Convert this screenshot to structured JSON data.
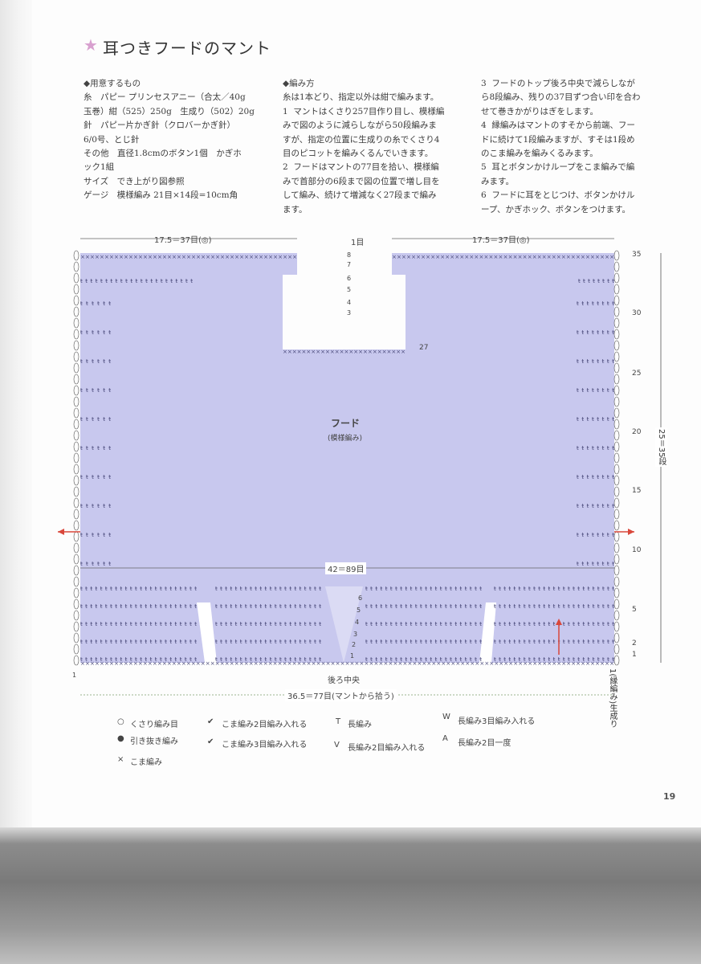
{
  "title": "耳つきフードのマント",
  "materials": {
    "heading": "◆用意するもの",
    "lines": [
      "糸　パピー プリンセスアニー（合太／40g",
      "玉巻）紺（525）250g　生成り（502）20g",
      "針　パピー片かぎ針（クロバーかぎ針）",
      "6/0号、とじ針",
      "その他　直径1.8cmのボタン1個　かぎホ",
      "ック1組",
      "サイズ　でき上がり図参照",
      "ゲージ　模様編み 21目×14段=10cm角"
    ]
  },
  "method": {
    "heading": "◆編み方",
    "lines": [
      "糸は1本どり、指定以外は紺で編みます。",
      "1  マントはくさり257目作り目し、模様編",
      "みで図のように減らしながら50段編みま",
      "すが、指定の位置に生成りの糸でくさり4",
      "目のピコットを編みくるんでいきます。",
      "2  フードはマントの77目を拾い、模様編",
      "みで首部分の6段まで図の位置で増し目を",
      "して編み、続けて増減なく27段まで編み",
      "ます。"
    ]
  },
  "method2": {
    "lines": [
      "3  フードのトップ後ろ中央で減らしなが",
      "ら8段編み、残りの37目ずつ合い印を合わ",
      "せて巻きかがりはぎをします。",
      "4  縁編みはマントのすそから前端、フー",
      "ドに続けて1段編みますが、すそは1段め",
      "のこま編みを編みくるみます。",
      "5  耳とボタンかけループをこま編みで編",
      "みます。",
      "6  フードに耳をとじつけ、ボタンかけル",
      "ープ、かぎホック、ボタンをつけます。"
    ]
  },
  "diagram": {
    "top_left_width": "17.5＝37目(◎)",
    "top_right_width": "17.5＝37目(◎)",
    "top_center": "1目",
    "hood_label": "フード",
    "hood_sub": "(模様編み)",
    "mid_width": "42＝89目",
    "center_back": "後ろ中央",
    "bottom_width": "36.5＝77目(マントから拾う)",
    "height_label": "25＝35段",
    "edge_note": "1(縁編み)生成り",
    "row_marks_right": [
      "35",
      "30",
      "25",
      "20",
      "15",
      "10",
      "5",
      "2",
      "1"
    ],
    "top_center_rows": [
      "8",
      "7",
      "6",
      "5",
      "4",
      "3"
    ],
    "inner_rows": [
      "27"
    ],
    "neck_rows": [
      "6",
      "5",
      "4",
      "3",
      "2",
      "1"
    ],
    "left_bottom": "1",
    "accent_color": "#c6c6ec",
    "arrow_color": "#d9473b"
  },
  "legend": [
    {
      "symbol": "○",
      "label": "くさり編み目"
    },
    {
      "symbol": "●",
      "label": "引き抜き編み"
    },
    {
      "symbol": "×",
      "label": "こま編み"
    },
    {
      "symbol": "✔",
      "label": "こま編み2目編み入れる"
    },
    {
      "symbol": "✔",
      "label": "こま編み3目編み入れる"
    },
    {
      "symbol": "T",
      "label": "長編み"
    },
    {
      "symbol": "V",
      "label": "長編み2目編み入れる"
    },
    {
      "symbol": "W",
      "label": "長編み3目編み入れる"
    },
    {
      "symbol": "A",
      "label": "長編み2目一度"
    }
  ],
  "page_number": "19"
}
